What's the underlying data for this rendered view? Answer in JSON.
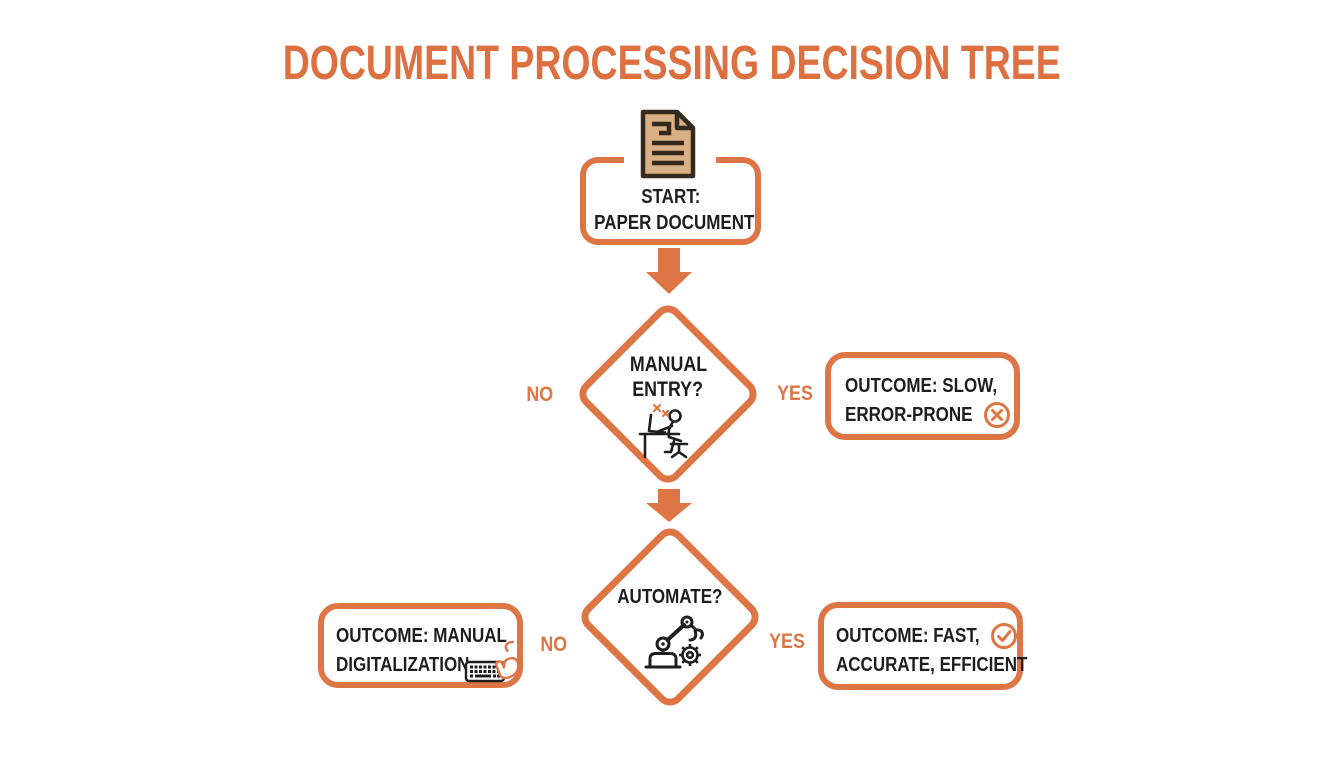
{
  "title": "DOCUMENT PROCESSING DECISION TREE",
  "colors": {
    "accent_orange": "#DD7545",
    "title_orange": "#DD7040",
    "text_dark": "#1E1E1E",
    "paper_tan": "#D9B184",
    "paper_outline": "#33291D",
    "background": "#FFFFFF"
  },
  "flow": {
    "start": {
      "line1": "START:",
      "line2": "PAPER DOCUMENT",
      "icon": "document-icon"
    },
    "decision_manual_entry": {
      "line1": "MANUAL",
      "line2": "ENTRY?",
      "icon": "person-at-desk-icon",
      "no_label": "NO",
      "yes_label": "YES"
    },
    "outcome_slow": {
      "line1": "OUTCOME: SLOW,",
      "line2": "ERROR-PRONE",
      "icon": "x-circle-icon"
    },
    "decision_automate": {
      "line1": "AUTOMATE?",
      "icon": "robot-arm-icon",
      "no_label": "NO",
      "yes_label": "YES"
    },
    "outcome_manual_digitalization": {
      "line1": "OUTCOME: MANUAL",
      "line2": "DIGITALIZATION",
      "icon": "keyboard-tap-icon"
    },
    "outcome_fast": {
      "line1": "OUTCOME: FAST,",
      "line2": "ACCURATE, EFFICIENT",
      "icon": "check-circle-icon"
    }
  }
}
